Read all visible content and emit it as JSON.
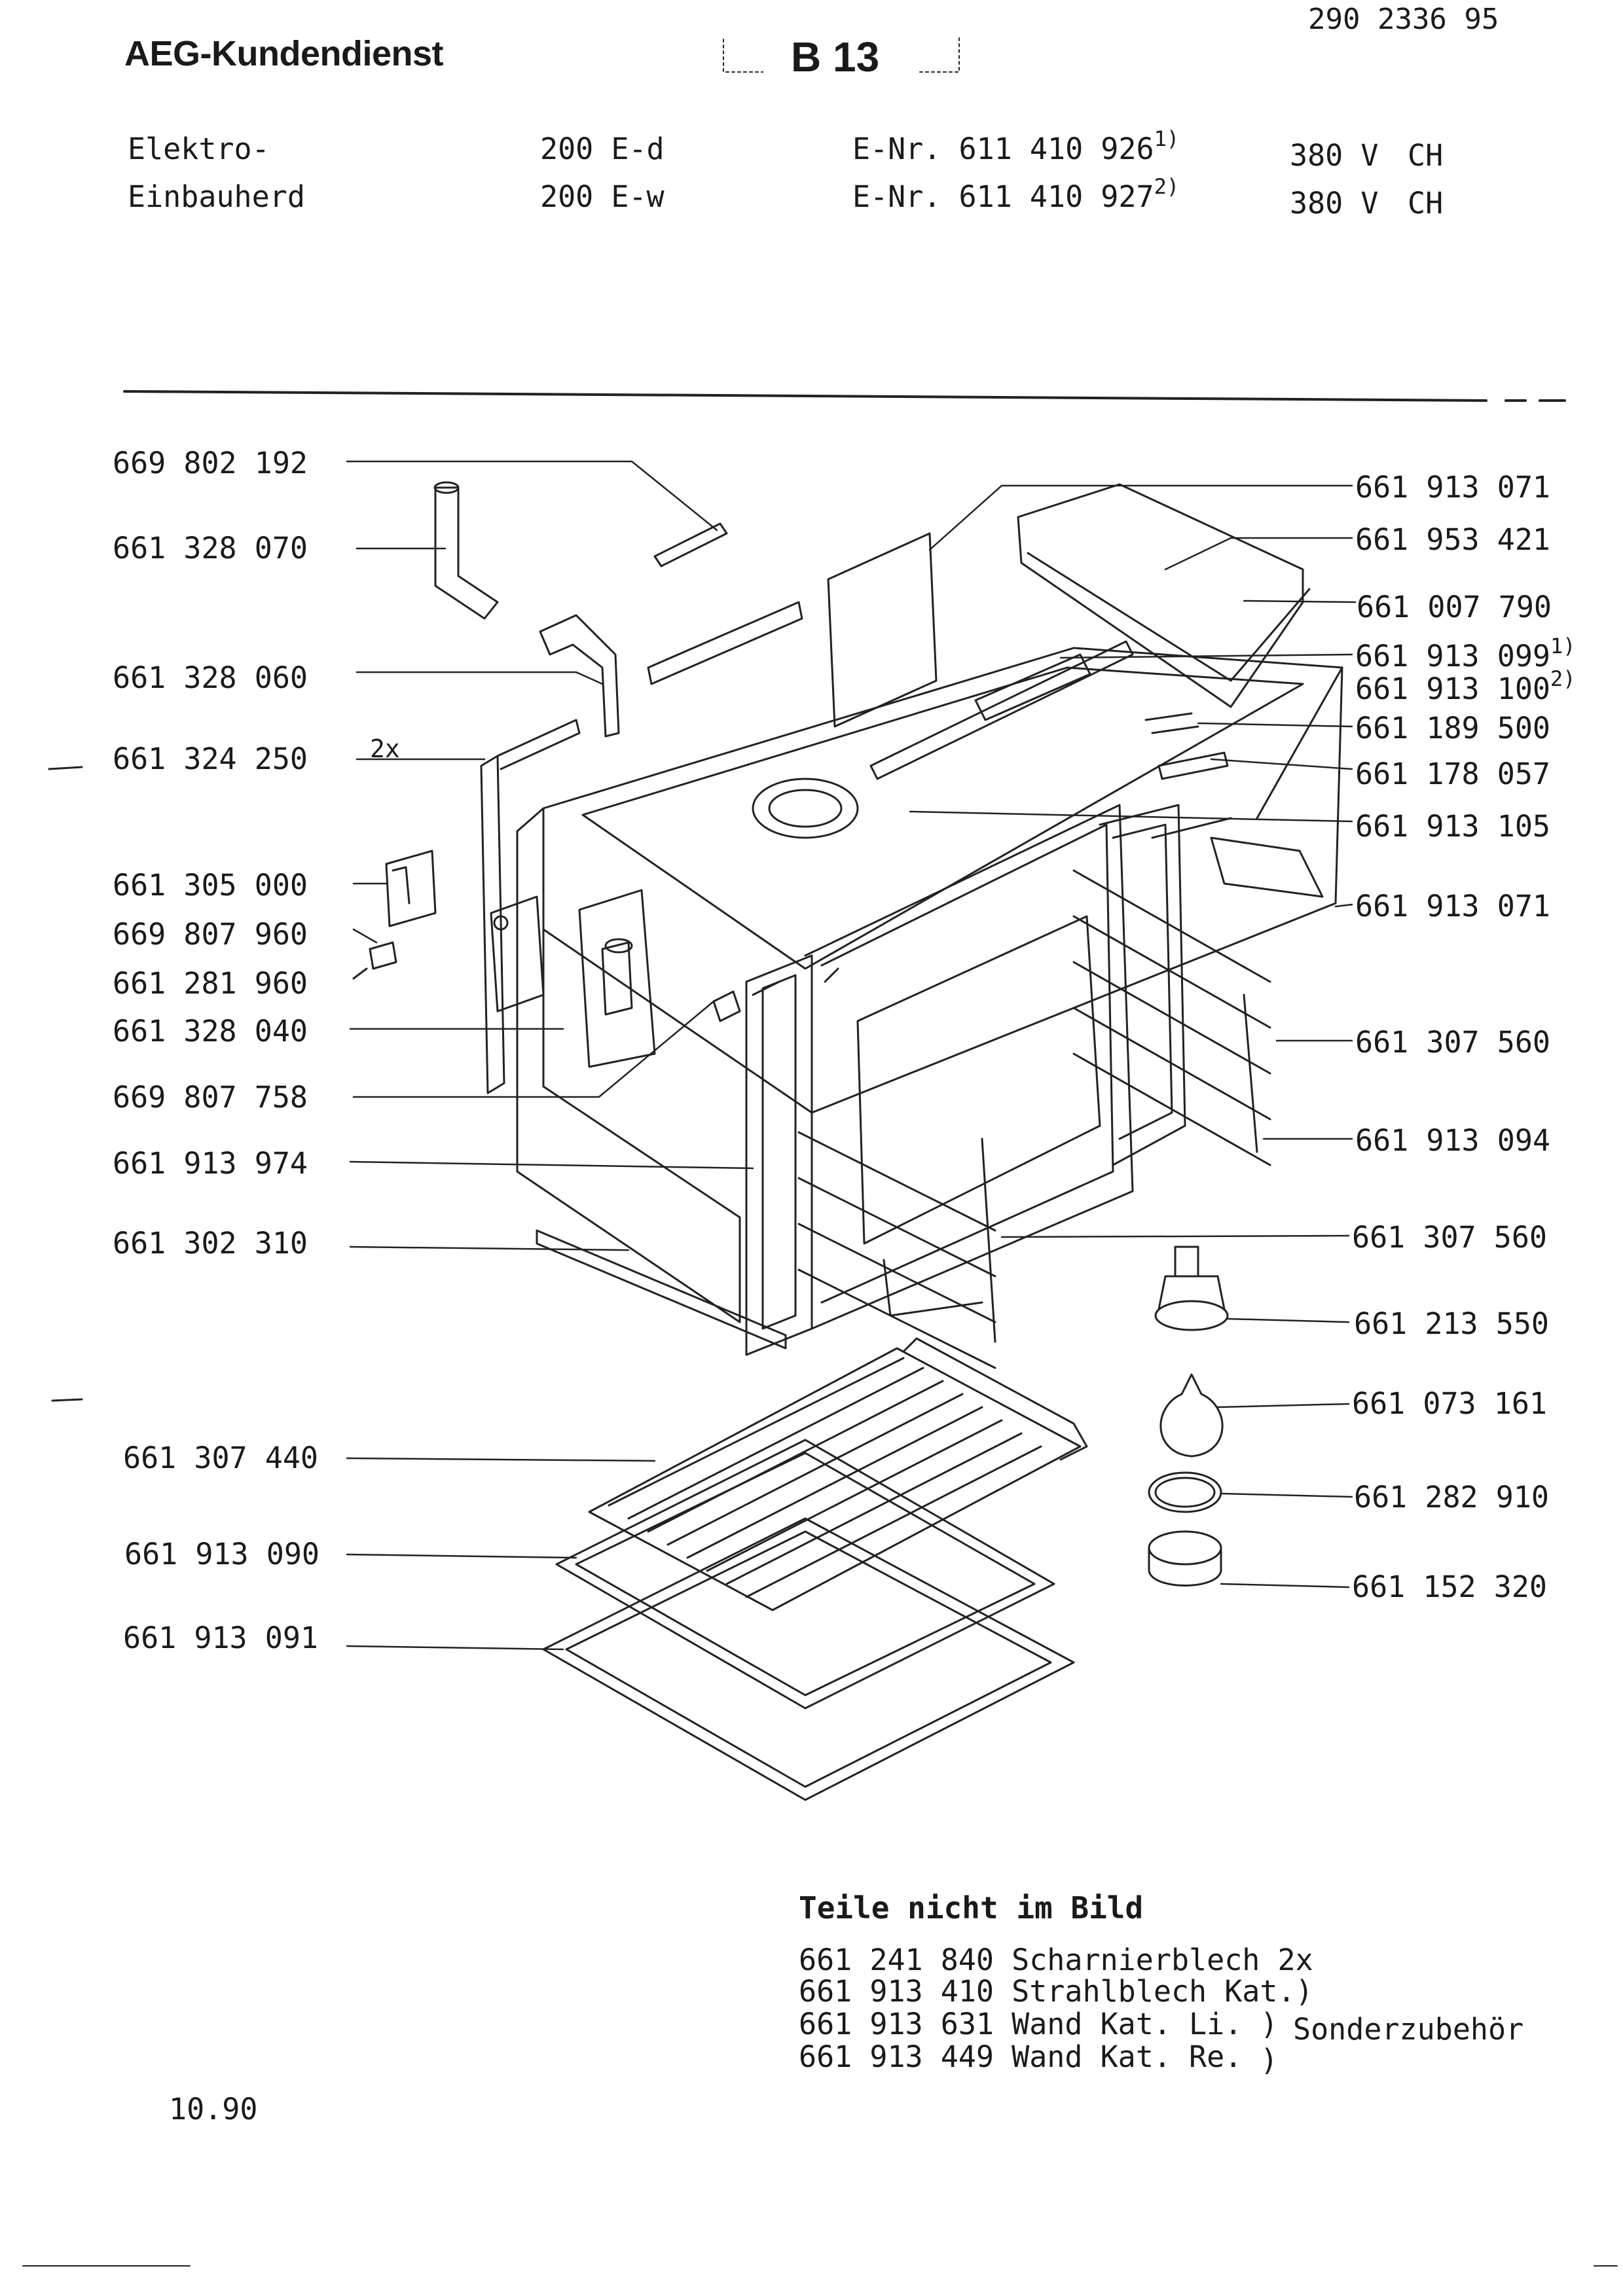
{
  "header": {
    "brand": "AEG-Kundendienst",
    "section_code": "B 13",
    "document_number": "290 2336 95"
  },
  "appliance": {
    "type_line1": "Elektro-",
    "type_line2": "Einbauherd",
    "models": [
      {
        "model": "200 E-d",
        "enr": "E-Nr. 611 410 926",
        "note": "1)",
        "voltage": "380 V",
        "country": "CH"
      },
      {
        "model": "200 E-w",
        "enr": "E-Nr. 611 410 927",
        "note": "2)",
        "voltage": "380 V",
        "country": "CH"
      }
    ]
  },
  "left_callouts": [
    "669 802 192",
    "661 328 070",
    "661 328 060",
    "661 324 250",
    "661 305 000",
    "669 807 960",
    "661 281 960",
    "661 328 040",
    "669 807 758",
    "661 913 974",
    "661 302 310",
    "661 307 440",
    "661 913 090",
    "661 913 091"
  ],
  "left_marker": "2x",
  "right_callouts": [
    {
      "text": "661 913 071"
    },
    {
      "text": "661 953 421"
    },
    {
      "text": "661 007 790"
    },
    {
      "text": "661 913 099",
      "note": "1)"
    },
    {
      "text": "661 913 100",
      "note": "2)"
    },
    {
      "text": "661 189 500"
    },
    {
      "text": "661 178 057"
    },
    {
      "text": "661 913 105"
    },
    {
      "text": "661 913 071"
    },
    {
      "text": "661 307 560"
    },
    {
      "text": "661 913 094"
    },
    {
      "text": "661 307 560"
    },
    {
      "text": "661 213 550"
    },
    {
      "text": "661 073 161"
    },
    {
      "text": "661 282 910"
    },
    {
      "text": "661 152 320"
    }
  ],
  "parts_not_shown": {
    "heading": "Teile nicht im Bild",
    "rows": [
      {
        "number": "661 241 840",
        "desc": "Scharnierblech 2x",
        "bracket": ""
      },
      {
        "number": "661 913 410",
        "desc": "Strahlblech Kat.",
        "bracket": ")"
      },
      {
        "number": "661 913 631",
        "desc": "Wand Kat. Li.",
        "bracket": ")"
      },
      {
        "number": "661 913 449",
        "desc": "Wand Kat. Re.",
        "bracket": ")"
      }
    ],
    "accessory_note": "Sonderzubehör"
  },
  "footer": {
    "date": "10.90"
  }
}
